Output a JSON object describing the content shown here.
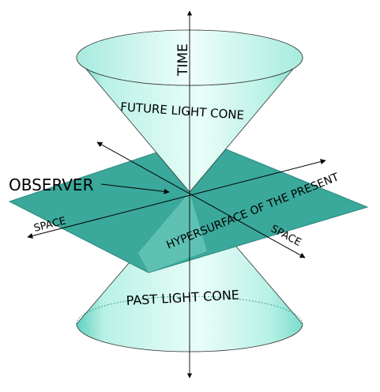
{
  "labels": {
    "time": "TIME",
    "future_cone": "FUTURE LIGHT CONE",
    "observer": "OBSERVER",
    "space_left": "SPACE",
    "space_right": "SPACE",
    "hypersurface": "HYPERSURFACE OF THE PRESENT",
    "past_cone": "PAST LIGHT CONE"
  },
  "colors": {
    "cone_light": "#e8fdf8",
    "cone_mid": "#b9f1e6",
    "cone_dark": "#5fcfbf",
    "plane": "#3aa89a",
    "axis": "#000000"
  }
}
